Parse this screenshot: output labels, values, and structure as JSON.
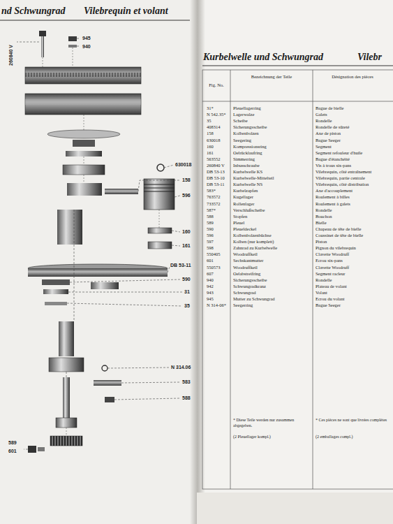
{
  "diagram": {
    "title": "Kurbelwelle und Schwungrad",
    "labels": [
      "nd Schwungrad",
      "Vilebrequin et volant",
      "Vilebr",
      "Fig. No.",
      "Bezeichnung der Teile",
      "Désignation des pièces",
      "31*",
      "Pleuellagerring",
      "Bague de bielle",
      "N 542.35*",
      "Lagerwalze",
      "Galets",
      "35",
      "Scheibe",
      "Rondelle",
      "408314",
      "Sicherungsscheibe",
      "Rondelle de sûreté",
      "158",
      "Kolbenbolzen",
      "Axe de piston",
      "630018",
      "Seegering",
      "Bague Seeger",
      "160",
      "Kompressionsring",
      "Segment",
      "161",
      "Oelrücklaufring",
      "Segment refouleur d'huile",
      "563552",
      "Simmerring",
      "Bague d'étanchéité",
      "260840 V",
      "Inbusschraube",
      "Vis à trous six-pans",
      "DB 53-13",
      "Kurbelwelle KS",
      "Vilebrequin, côté entraînement",
      "DB 53-10",
      "Kurbelwelle-Mittelteil",
      "Vilebrequin, partie centrale",
      "DB 53-11",
      "Kurbelwelle NS",
      "Vilebrequin, côté distribution",
      "583*",
      "Kurbelzapfen",
      "Axe d'accouplement",
      "763572",
      "Kugellager",
      "Roulement à billes",
      "733572",
      "Rollenlager",
      "Roulement à galets",
      "587*",
      "Verschlußscheibe",
      "Rondelle",
      "588",
      "Stopfen",
      "Bouchon",
      "589",
      "Pleuel",
      "Bielle",
      "590",
      "Pleueldeckel",
      "Chapeau de tête de bielle",
      "596",
      "Kolbenbolzenbüchse",
      "Coussinet de tête de bielle",
      "597",
      "Kolben (nur komplett)",
      "Piston",
      "598",
      "Zahnrad zu Kurbelwelle",
      "Pignon du vilebrequin",
      "550405",
      "Woodruffkeil",
      "Clavette Woodruff",
      "601",
      "Sechskantmutter",
      "Ecrou six-pans",
      "550573",
      "Woodruffkeil",
      "Clavette Woodruff",
      "607",
      "Oelabstreifring",
      "Segment racleur",
      "940",
      "Sicherungsscheibe",
      "Rondelle",
      "942",
      "Schwungradkranz",
      "Plateau de volant",
      "943",
      "Schwungrad",
      "Volant",
      "945",
      "Mutter zu Schwungrad",
      "Ecrou du volant",
      "N 314-06*",
      "Seegerring",
      "Bague Seeger",
      "* Diese Teile werden nur zusammen abgegeben.",
      "(2 Pleuellager kompl.)",
      "* Ces pièces ne sont que livrées complètes",
      "(2 emballages compl.)",
      "260840 V",
      "945",
      "940",
      "630018",
      "158",
      "596",
      "160",
      "161",
      "DB 53-11",
      "590",
      "31",
      "35",
      "N 314.06",
      "583",
      "588",
      "589",
      "601"
    ]
  }
}
